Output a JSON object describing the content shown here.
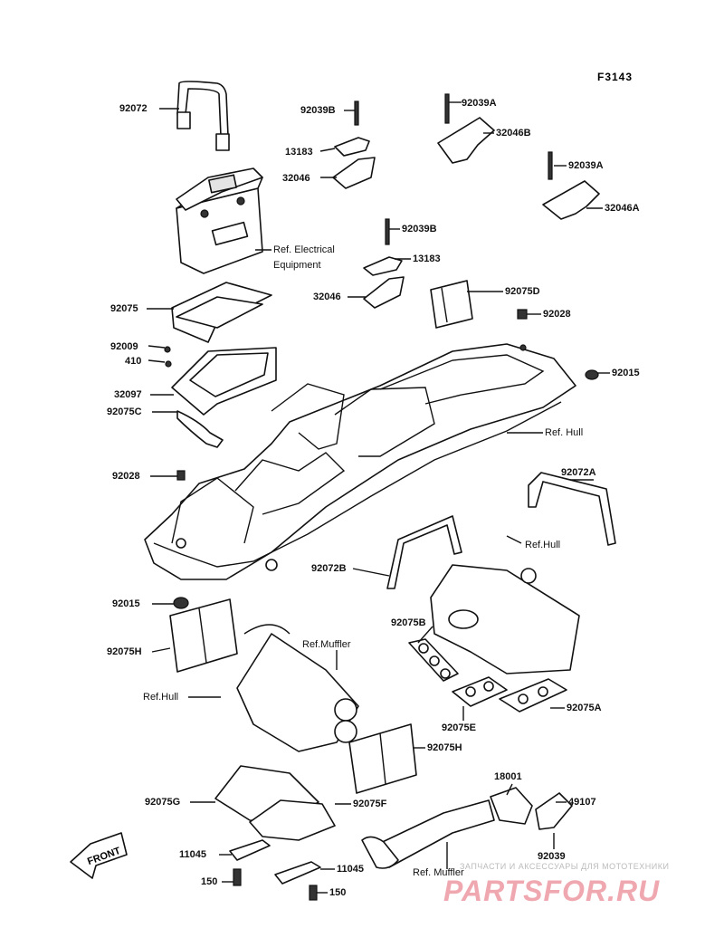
{
  "figure_number": "F3143",
  "labels": {
    "p92072": "92072",
    "p92039B_top": "92039B",
    "p13183_top": "13183",
    "p32046_top": "32046",
    "p92039A_top": "92039A",
    "p32046B": "32046B",
    "p92039A_2": "92039A",
    "p32046A": "32046A",
    "ref_electrical": "Ref. Electrical",
    "ref_equipment": "Equipment",
    "p92039B_2": "92039B",
    "p13183_2": "13183",
    "p32046_2": "32046",
    "p92075D": "92075D",
    "p92075": "92075",
    "p92028_top": "92028",
    "p92009": "92009",
    "p410": "410",
    "p92015_right": "92015",
    "p32097": "32097",
    "p92075C": "92075C",
    "ref_hull_1": "Ref. Hull",
    "p92028_left": "92028",
    "p92072A": "92072A",
    "ref_hull_2": "Ref.Hull",
    "p92072B": "92072B",
    "p92015_left": "92015",
    "p92075B": "92075B",
    "ref_muffler_1": "Ref.Muffler",
    "p92075H_left": "92075H",
    "ref_hull_3": "Ref.Hull",
    "p92075A": "92075A",
    "p92075E": "92075E",
    "p92075H_right": "92075H",
    "p18001": "18001",
    "p92075G": "92075G",
    "p92075F": "92075F",
    "p49107": "49107",
    "p11045_left": "11045",
    "p92039": "92039",
    "p11045_right": "11045",
    "p150_left": "150",
    "p150_right": "150",
    "ref_muffler_2": "Ref. Muffler"
  },
  "front_arrow_text": "FRONT",
  "watermark": {
    "top_text": "ЗАПЧАСТИ И АКСЕССУАРЫ ДЛЯ МОТОТЕХНИКИ",
    "logo": "PARTSFOR.RU"
  }
}
